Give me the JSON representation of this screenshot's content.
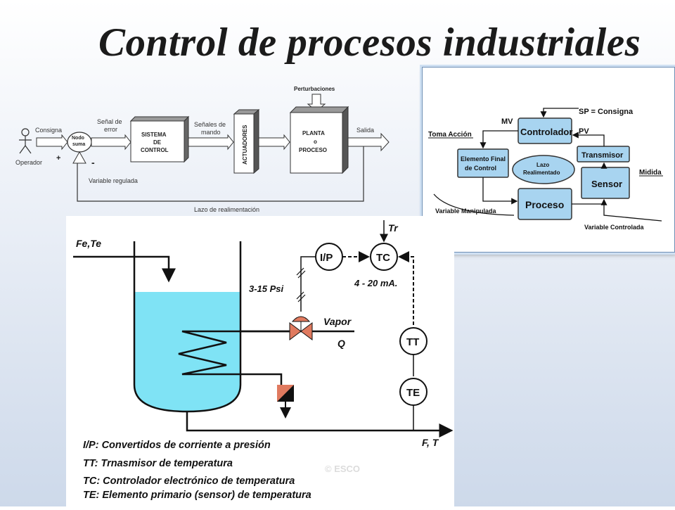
{
  "title": "Control de procesos industriales",
  "block_diagram": {
    "operador": "Operador",
    "consigna": "Consigna",
    "nodo_suma": [
      "Nodo",
      "suma"
    ],
    "plus": "+",
    "minus": "-",
    "senal_error": [
      "Señal de",
      "error"
    ],
    "sistema_control": [
      "SISTEMA",
      "DE",
      "CONTROL"
    ],
    "senales_mando": [
      "Señales de",
      "mando"
    ],
    "actuadores": "ACTUADORES",
    "perturbaciones": "Perturbaciones",
    "planta": [
      "PLANTA",
      "o",
      "PROCESO"
    ],
    "salida": "Salida",
    "variable_regulada": "Variable regulada",
    "lazo_realimentacion": "Lazo de realimentación"
  },
  "loop_diagram": {
    "sp": "SP = Consigna",
    "mv": "MV",
    "pv": "PV",
    "toma_accion": "Toma Acción",
    "midida": "Midida",
    "controlador": "Controlador",
    "transmisor": "Transmisor",
    "elemento_final": [
      "Elemento Final",
      "de Control"
    ],
    "lazo": [
      "Lazo",
      "Realimentado"
    ],
    "sensor": "Sensor",
    "proceso": "Proceso",
    "variable_manipulada": "Variable Manipulada",
    "variable_controlada": "Variable Controlada"
  },
  "pid": {
    "fe_te": "Fe,Te",
    "tr": "Tr",
    "ip": "I/P",
    "tc": "TC",
    "psi": "3-15 Psi",
    "ma": "4 - 20 mA.",
    "vapor": "Vapor",
    "q": "Q",
    "tt": "TT",
    "te": "TE",
    "ft": "F, T",
    "watermark": "© ESCO"
  },
  "legend": [
    "I/P: Convertidos de corriente a presión",
    "TT: Trnasmisor de temperatura",
    "TC: Controlador electrónico de temperatura",
    "TE: Elemento primario (sensor) de temperatura"
  ],
  "colors": {
    "liquid": "#7fe3f5",
    "box_blue": "#a8d4f0",
    "valve": "#e07a5f"
  }
}
